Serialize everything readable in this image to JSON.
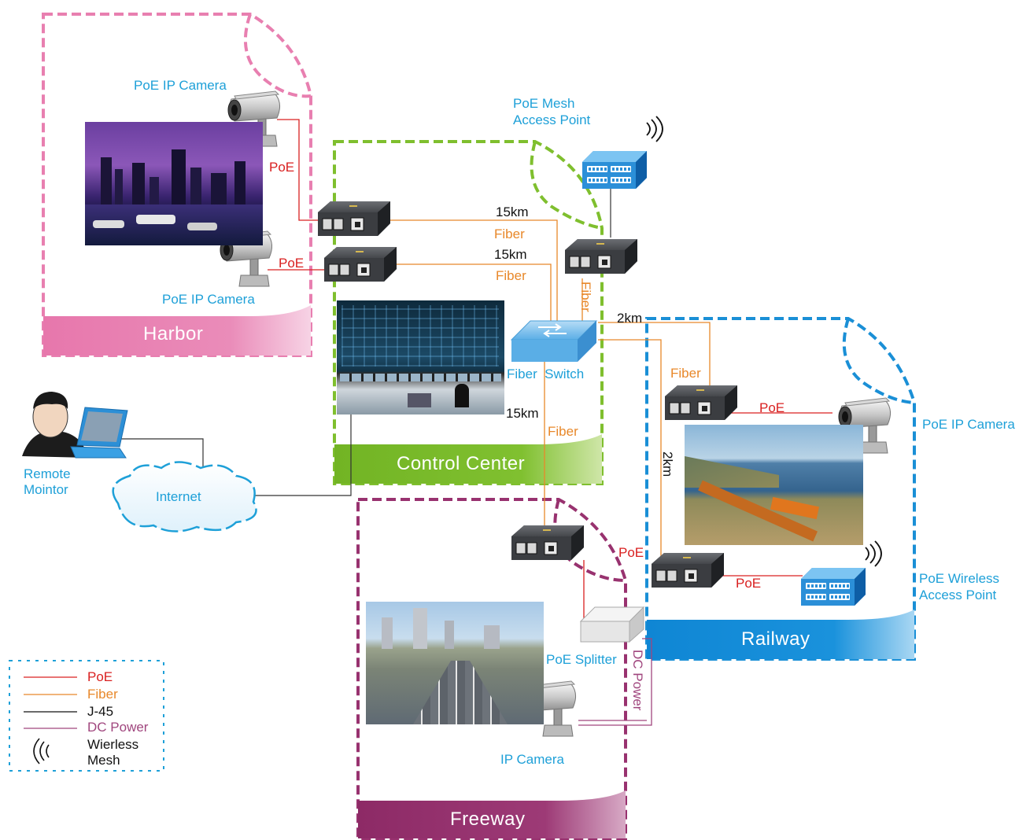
{
  "zones": {
    "harbor": {
      "title": "Harbor",
      "color": "#e87fb0"
    },
    "control": {
      "title": "Control Center",
      "color": "#7fbf2e"
    },
    "freeway": {
      "title": "Freeway",
      "color": "#98326f"
    },
    "railway": {
      "title": "Railway",
      "color": "#1a8fd6"
    }
  },
  "labels": {
    "harbor_cam_top": "PoE IP Camera",
    "harbor_cam_bottom": "PoE IP Camera",
    "harbor_poe_1": "PoE",
    "harbor_poe_2": "PoE",
    "mesh_ap": [
      "PoE Mesh",
      "Access Point"
    ],
    "dist_15km_a": "15km",
    "fiber_a": "Fiber",
    "dist_15km_b": "15km",
    "fiber_b": "Fiber",
    "fiber_vertical": "Fiber",
    "dist_2km_h": "2km",
    "fiber_switch": "Fiber  Switch",
    "dist_15km_c": "15km",
    "fiber_c": "Fiber",
    "fiber_railway": "Fiber",
    "railway_poe_1": "PoE",
    "railway_cam": "PoE IP Camera",
    "dist_2km_v": "2km",
    "railway_poe_2": "PoE",
    "wireless_ap": [
      "PoE Wireless",
      "Access Point"
    ],
    "freeway_poe": "PoE",
    "poe_splitter": "PoE Splitter",
    "dc_power": "DC Power",
    "ip_camera": "IP Camera",
    "remote_monitor": [
      "Remote",
      "Mointor"
    ],
    "internet": "Internet"
  },
  "legend": {
    "items": [
      {
        "label": "PoE",
        "color": "#d92020",
        "kind": "line"
      },
      {
        "label": "Fiber",
        "color": "#e8882a",
        "kind": "line"
      },
      {
        "label": "J-45",
        "color": "#111111",
        "kind": "line"
      },
      {
        "label": "DC Power",
        "color": "#a0467e",
        "kind": "line"
      },
      {
        "label": "Wierless Mesh",
        "color": "#111111",
        "kind": "wireless"
      }
    ],
    "wireless_lines": [
      "Wierless",
      "Mesh"
    ]
  },
  "colors": {
    "poe": "#d92020",
    "fiber": "#e8882a",
    "j45": "#111111",
    "dc_power": "#a0467e",
    "device_body": "#3a3c40",
    "switch_blue": "#5aaee6",
    "ap_blue": "#2b8fd8"
  }
}
